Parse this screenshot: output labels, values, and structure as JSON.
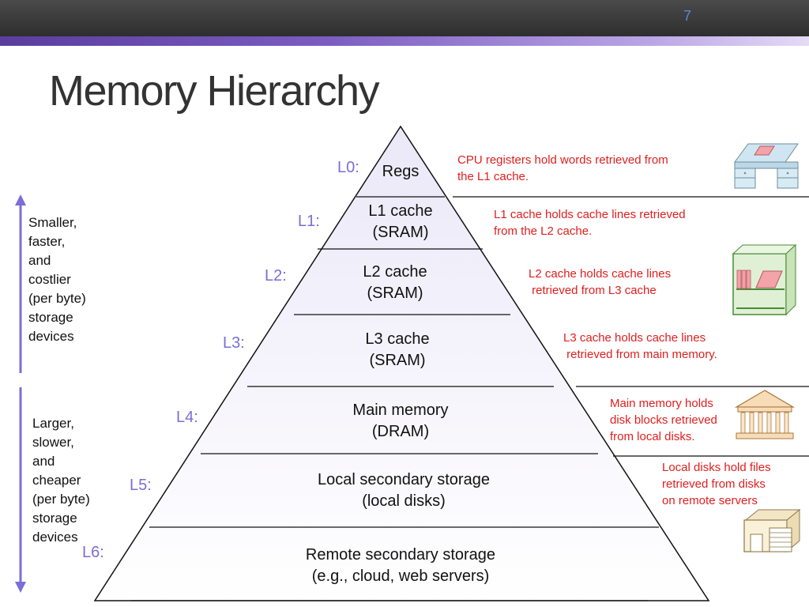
{
  "slide": {
    "number": "7",
    "title": "Memory Hierarchy"
  },
  "tiers": [
    {
      "level": "L0:",
      "lines": [
        "Regs"
      ]
    },
    {
      "level": "L1:",
      "lines": [
        "L1 cache",
        "(SRAM)"
      ]
    },
    {
      "level": "L2:",
      "lines": [
        "L2 cache",
        "(SRAM)"
      ]
    },
    {
      "level": "L3:",
      "lines": [
        "L3 cache",
        "(SRAM)"
      ]
    },
    {
      "level": "L4:",
      "lines": [
        "Main memory",
        "(DRAM)"
      ]
    },
    {
      "level": "L5:",
      "lines": [
        "Local secondary storage",
        "(local disks)"
      ]
    },
    {
      "level": "L6:",
      "lines": [
        "Remote secondary storage",
        "(e.g., cloud, web servers)"
      ]
    }
  ],
  "notes": [
    {
      "lines": [
        "CPU registers hold words retrieved from",
        "the L1 cache."
      ]
    },
    {
      "lines": [
        "L1 cache holds cache lines retrieved",
        "from the L2 cache."
      ]
    },
    {
      "lines": [
        "L2 cache holds cache lines",
        " retrieved from L3 cache"
      ]
    },
    {
      "lines": [
        "L3 cache holds cache lines",
        " retrieved from main memory."
      ]
    },
    {
      "lines": [
        "Main memory holds",
        "disk blocks retrieved",
        "from local disks."
      ]
    },
    {
      "lines": [
        "Local disks hold files",
        "retrieved from disks",
        "on remote servers"
      ]
    }
  ],
  "side_labels": {
    "top": [
      "Smaller,",
      "faster,",
      "and",
      "costlier",
      "(per byte)",
      "storage",
      "devices"
    ],
    "bottom": [
      "Larger,",
      "slower,",
      "and",
      "cheaper",
      "(per byte)",
      "storage",
      "devices"
    ]
  },
  "icons": [
    "desk-icon",
    "bookshelf-icon",
    "library-icon",
    "warehouse-icon"
  ],
  "colors": {
    "level_label": "#7b6ed6",
    "note_text": "#e01e1e",
    "arrow": "#7b6ed6",
    "pyramid_fill": "#efedf9",
    "title": "#333333",
    "slide_number": "#5b86d9"
  }
}
